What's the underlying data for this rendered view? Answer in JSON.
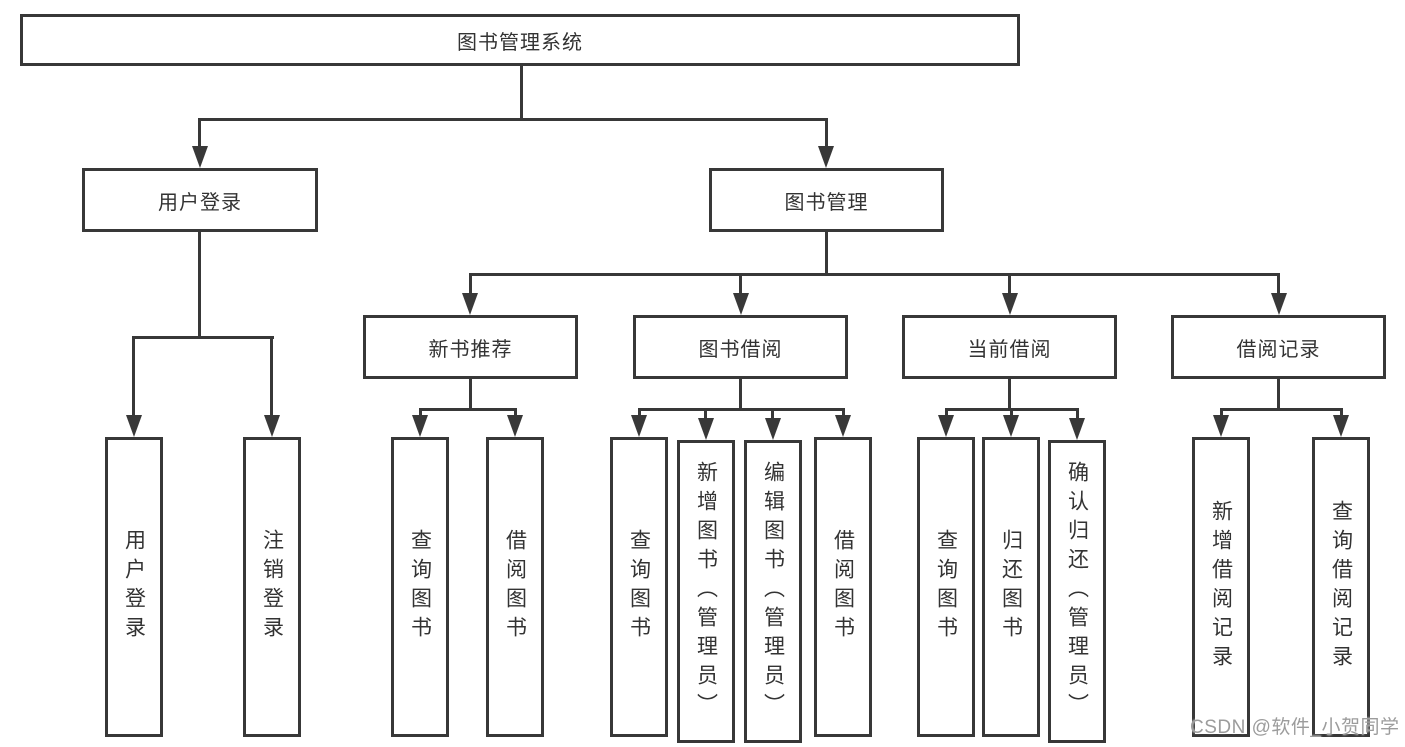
{
  "tree": {
    "label": "图书管理系统",
    "children": [
      {
        "label": "用户登录",
        "children": [
          {
            "label": "用户登录"
          },
          {
            "label": "注销登录"
          }
        ]
      },
      {
        "label": "图书管理",
        "children": [
          {
            "label": "新书推荐",
            "children": [
              {
                "label": "查询图书"
              },
              {
                "label": "借阅图书"
              }
            ]
          },
          {
            "label": "图书借阅",
            "children": [
              {
                "label": "查询图书"
              },
              {
                "label": "新增图书（管理员）"
              },
              {
                "label": "编辑图书（管理员）"
              },
              {
                "label": "借阅图书"
              }
            ]
          },
          {
            "label": "当前借阅",
            "children": [
              {
                "label": "查询图书"
              },
              {
                "label": "归还图书"
              },
              {
                "label": "确认归还（管理员）"
              }
            ]
          },
          {
            "label": "借阅记录",
            "children": [
              {
                "label": "新增借阅记录"
              },
              {
                "label": "查询借阅记录"
              }
            ]
          }
        ]
      }
    ]
  },
  "watermark": "CSDN @软件_小贺同学",
  "colors": {
    "line": "#383838",
    "text": "#333333",
    "watermark": "#9c9c9c",
    "background": "#ffffff"
  }
}
